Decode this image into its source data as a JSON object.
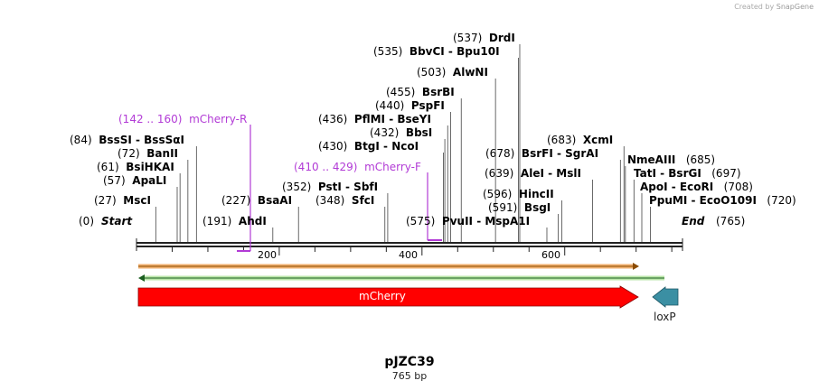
{
  "credit": {
    "prefix": "Created by",
    "brand": "SnapGene"
  },
  "title": "pJZC39",
  "length_label": "765 bp",
  "ruler": {
    "start_label": "Start",
    "end_label": "End",
    "start_pos": "(0)",
    "end_pos": "(765)",
    "ticks": [
      "200",
      "400",
      "600"
    ]
  },
  "sites": [
    {
      "pos": "(27)",
      "name": "MscI"
    },
    {
      "pos": "(57)",
      "name": "ApaLI"
    },
    {
      "pos": "(61)",
      "name": "BsiHKAI"
    },
    {
      "pos": "(72)",
      "name": "BanII"
    },
    {
      "pos": "(84)",
      "name": "BssSI  -  BssSαI"
    },
    {
      "pos": "(191)",
      "name": "AhdI"
    },
    {
      "pos": "(227)",
      "name": "BsaAI"
    },
    {
      "pos": "(348)",
      "name": "SfcI"
    },
    {
      "pos": "(352)",
      "name": "PstI  -  SbfI"
    },
    {
      "pos": "(430)",
      "name": "BtgI  -  NcoI"
    },
    {
      "pos": "(432)",
      "name": "BbsI"
    },
    {
      "pos": "(436)",
      "name": "PflMI  -  BseYI"
    },
    {
      "pos": "(440)",
      "name": "PspFI"
    },
    {
      "pos": "(455)",
      "name": "BsrBI"
    },
    {
      "pos": "(503)",
      "name": "AlwNI"
    },
    {
      "pos": "(535)",
      "name": "BbvCI  -  Bpu10I"
    },
    {
      "pos": "(537)",
      "name": "DrdI"
    },
    {
      "pos": "(575)",
      "name": "PvuII  -  MspA1I"
    },
    {
      "pos": "(591)",
      "name": "BsgI"
    },
    {
      "pos": "(596)",
      "name": "HincII"
    },
    {
      "pos": "(639)",
      "name": "AleI  -  MslI"
    },
    {
      "pos": "(678)",
      "name": "BsrFI  -  SgrAI"
    },
    {
      "pos": "(683)",
      "name": "XcmI"
    },
    {
      "pos": "(685)",
      "name": "NmeAIII"
    },
    {
      "pos": "(697)",
      "name": "TatI  -  BsrGI"
    },
    {
      "pos": "(708)",
      "name": "ApoI  -  EcoRI"
    },
    {
      "pos": "(720)",
      "name": "PpuMI  -  EcoO109I"
    }
  ],
  "primers": [
    {
      "range": "(142 .. 160)",
      "name": "mCherry-R"
    },
    {
      "range": "(410 .. 429)",
      "name": "mCherry-F"
    }
  ],
  "features": [
    {
      "name": "mCherry",
      "color": "#ff0000"
    },
    {
      "name": "loxP",
      "color": "#3b8fa3"
    }
  ],
  "colors": {
    "primer": "#b23bd6",
    "orf_top": "#f39c12",
    "orf_bottom": "#4caf50"
  }
}
